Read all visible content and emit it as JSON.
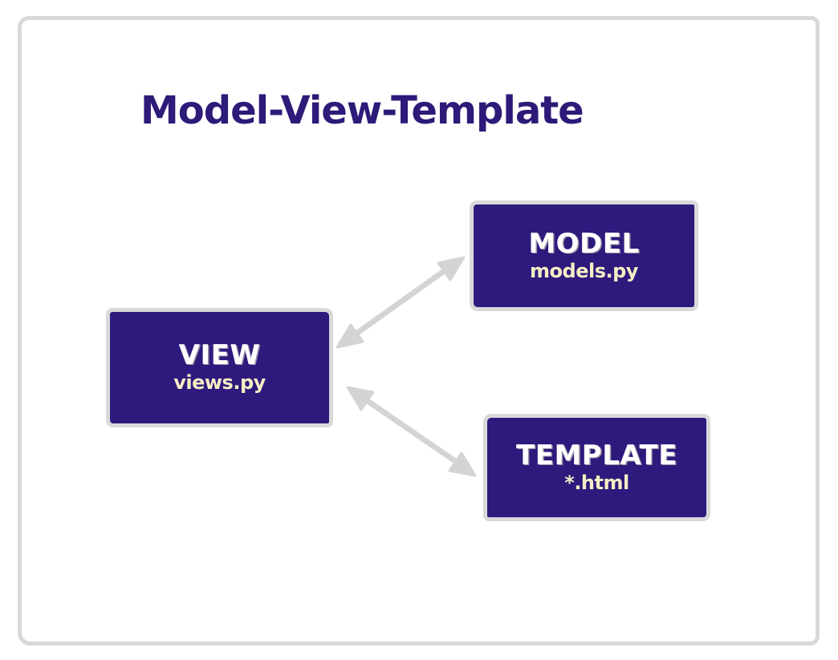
{
  "page": {
    "title": "Model-View-Template"
  },
  "diagram": {
    "nodes": [
      {
        "id": "model",
        "label": "MODEL",
        "sublabel": "models.py"
      },
      {
        "id": "view",
        "label": "VIEW",
        "sublabel": "views.py"
      },
      {
        "id": "template",
        "label": "TEMPLATE",
        "sublabel": "*.html"
      }
    ],
    "edges": [
      {
        "from": "view",
        "to": "model",
        "bidirectional": true
      },
      {
        "from": "view",
        "to": "template",
        "bidirectional": true
      }
    ]
  },
  "colors": {
    "background": "#ffffff",
    "page_border": "#d8d8d8",
    "title_text": "#2e1a78",
    "node_fill": "#2e1a7d",
    "node_border": "#d9d9d9",
    "node_label": "#ffffff",
    "node_sublabel": "#f5eec4",
    "arrow": "#d4d4d4"
  }
}
